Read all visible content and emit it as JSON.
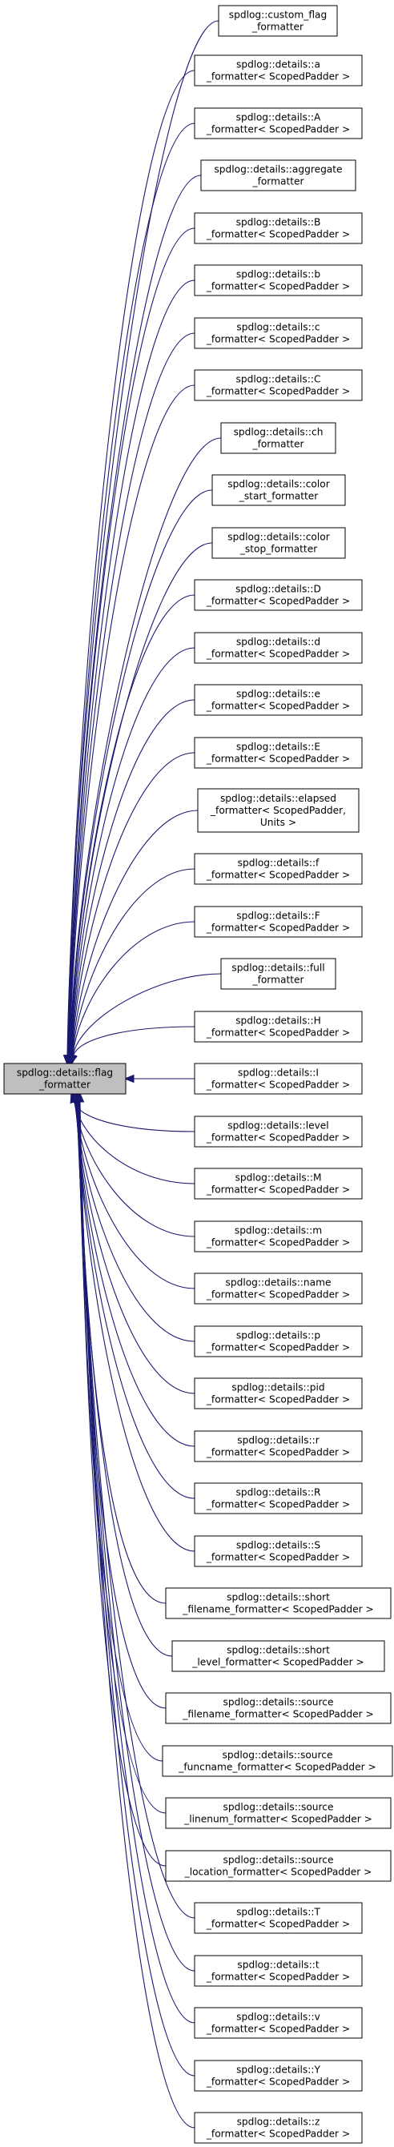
{
  "colors": {
    "edge": "#191970",
    "base_fill": "#bfbfbf",
    "node_fill": "#ffffff",
    "node_stroke": "#000000"
  },
  "base": {
    "name": "spdlog-details-flag-formatter",
    "lines": [
      "spdlog::details::flag",
      "_formatter"
    ]
  },
  "nodes": [
    {
      "name": "custom-flag-formatter",
      "lines": [
        "spdlog::custom_flag",
        "_formatter"
      ]
    },
    {
      "name": "a-formatter",
      "lines": [
        "spdlog::details::a",
        "_formatter< ScopedPadder >"
      ]
    },
    {
      "name": "A-formatter",
      "lines": [
        "spdlog::details::A",
        "_formatter< ScopedPadder >"
      ]
    },
    {
      "name": "aggregate-formatter",
      "lines": [
        "spdlog::details::aggregate",
        "_formatter"
      ]
    },
    {
      "name": "B-formatter",
      "lines": [
        "spdlog::details::B",
        "_formatter< ScopedPadder >"
      ]
    },
    {
      "name": "b-formatter",
      "lines": [
        "spdlog::details::b",
        "_formatter< ScopedPadder >"
      ]
    },
    {
      "name": "c-formatter",
      "lines": [
        "spdlog::details::c",
        "_formatter< ScopedPadder >"
      ]
    },
    {
      "name": "C-formatter",
      "lines": [
        "spdlog::details::C",
        "_formatter< ScopedPadder >"
      ]
    },
    {
      "name": "ch-formatter",
      "lines": [
        "spdlog::details::ch",
        "_formatter"
      ]
    },
    {
      "name": "color-start-formatter",
      "lines": [
        "spdlog::details::color",
        "_start_formatter"
      ]
    },
    {
      "name": "color-stop-formatter",
      "lines": [
        "spdlog::details::color",
        "_stop_formatter"
      ]
    },
    {
      "name": "D-formatter",
      "lines": [
        "spdlog::details::D",
        "_formatter< ScopedPadder >"
      ]
    },
    {
      "name": "d-formatter",
      "lines": [
        "spdlog::details::d",
        "_formatter< ScopedPadder >"
      ]
    },
    {
      "name": "e-formatter",
      "lines": [
        "spdlog::details::e",
        "_formatter< ScopedPadder >"
      ]
    },
    {
      "name": "E-formatter",
      "lines": [
        "spdlog::details::E",
        "_formatter< ScopedPadder >"
      ]
    },
    {
      "name": "elapsed-formatter",
      "lines": [
        "spdlog::details::elapsed",
        "_formatter< ScopedPadder,",
        "Units >"
      ]
    },
    {
      "name": "f-formatter",
      "lines": [
        "spdlog::details::f",
        "_formatter< ScopedPadder >"
      ]
    },
    {
      "name": "F-formatter",
      "lines": [
        "spdlog::details::F",
        "_formatter< ScopedPadder >"
      ]
    },
    {
      "name": "full-formatter",
      "lines": [
        "spdlog::details::full",
        "_formatter"
      ]
    },
    {
      "name": "H-formatter",
      "lines": [
        "spdlog::details::H",
        "_formatter< ScopedPadder >"
      ]
    },
    {
      "name": "I-formatter",
      "lines": [
        "spdlog::details::I",
        "_formatter< ScopedPadder >"
      ]
    },
    {
      "name": "level-formatter",
      "lines": [
        "spdlog::details::level",
        "_formatter< ScopedPadder >"
      ]
    },
    {
      "name": "M-formatter",
      "lines": [
        "spdlog::details::M",
        "_formatter< ScopedPadder >"
      ]
    },
    {
      "name": "m-formatter",
      "lines": [
        "spdlog::details::m",
        "_formatter< ScopedPadder >"
      ]
    },
    {
      "name": "name-formatter",
      "lines": [
        "spdlog::details::name",
        "_formatter< ScopedPadder >"
      ]
    },
    {
      "name": "p-formatter",
      "lines": [
        "spdlog::details::p",
        "_formatter< ScopedPadder >"
      ]
    },
    {
      "name": "pid-formatter",
      "lines": [
        "spdlog::details::pid",
        "_formatter< ScopedPadder >"
      ]
    },
    {
      "name": "r-formatter",
      "lines": [
        "spdlog::details::r",
        "_formatter< ScopedPadder >"
      ]
    },
    {
      "name": "R-formatter",
      "lines": [
        "spdlog::details::R",
        "_formatter< ScopedPadder >"
      ]
    },
    {
      "name": "S-formatter",
      "lines": [
        "spdlog::details::S",
        "_formatter< ScopedPadder >"
      ]
    },
    {
      "name": "short-filename-formatter",
      "lines": [
        "spdlog::details::short",
        "_filename_formatter< ScopedPadder >"
      ]
    },
    {
      "name": "short-level-formatter",
      "lines": [
        "spdlog::details::short",
        "_level_formatter< ScopedPadder >"
      ]
    },
    {
      "name": "source-filename-formatter",
      "lines": [
        "spdlog::details::source",
        "_filename_formatter< ScopedPadder >"
      ]
    },
    {
      "name": "source-funcname-formatter",
      "lines": [
        "spdlog::details::source",
        "_funcname_formatter< ScopedPadder >"
      ]
    },
    {
      "name": "source-linenum-formatter",
      "lines": [
        "spdlog::details::source",
        "_linenum_formatter< ScopedPadder >"
      ]
    },
    {
      "name": "source-location-formatter",
      "lines": [
        "spdlog::details::source",
        "_location_formatter< ScopedPadder >"
      ]
    },
    {
      "name": "T-formatter",
      "lines": [
        "spdlog::details::T",
        "_formatter< ScopedPadder >"
      ]
    },
    {
      "name": "t-formatter",
      "lines": [
        "spdlog::details::t",
        "_formatter< ScopedPadder >"
      ]
    },
    {
      "name": "v-formatter",
      "lines": [
        "spdlog::details::v",
        "_formatter< ScopedPadder >"
      ]
    },
    {
      "name": "Y-formatter",
      "lines": [
        "spdlog::details::Y",
        "_formatter< ScopedPadder >"
      ]
    },
    {
      "name": "z-formatter",
      "lines": [
        "spdlog::details::z",
        "_formatter< ScopedPadder >"
      ]
    }
  ]
}
